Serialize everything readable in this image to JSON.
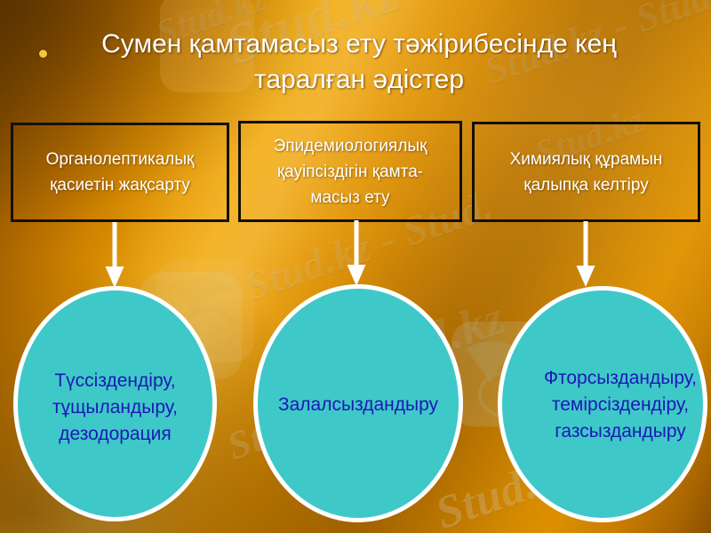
{
  "slide": {
    "title": "Сумен қамтамасыз ету тәжірибесінде кең таралған әдістер",
    "bullet_glyph": "•",
    "colors": {
      "background_gold": "#d08400",
      "background_dark_gold": "#8a5000",
      "title_text": "#ffffff",
      "box_border": "#14100a",
      "box_text": "#ffffff",
      "ellipse_fill": "#3fc8c8",
      "ellipse_outline": "#ffffff",
      "ellipse_text": "#1a1ab4",
      "arrow_color": "#ffffff",
      "bullet_color": "#f6c33a"
    }
  },
  "boxes": [
    {
      "id": "box-1",
      "lines": [
        "Органолептикалық",
        "қасиетін жақсарту"
      ],
      "text": "Органолептикалық қасиетін жақсарту"
    },
    {
      "id": "box-2",
      "lines": [
        "Эпидемиологиялық",
        "қауіпсіздігін қамта-",
        "масыз ету"
      ],
      "text": "Эпидемиологиялық қауіпсіздігін қамта-масыз ету"
    },
    {
      "id": "box-3",
      "lines": [
        "Химиялық құрамын",
        "қалыпқа келтіру"
      ],
      "text": "Химиялық құрамын қалыпқа келтіру"
    }
  ],
  "ellipses": [
    {
      "id": "ellipse-1",
      "lines": [
        "Түссіздендіру,",
        "тұщыландыру,",
        "дезодорация"
      ],
      "text": "Түссіздендіру, тұщыландыру, дезодорация"
    },
    {
      "id": "ellipse-2",
      "lines": [
        "Залалсыздандыру"
      ],
      "text": "Залалсыздандыру"
    },
    {
      "id": "ellipse-3",
      "lines": [
        "Фторсыздандыру,",
        "темірсіздендіру,",
        "газсыздандыру"
      ],
      "text": "Фторсыздандыру, темірсіздендіру, газсыздандыру"
    }
  ],
  "arrows": [
    {
      "id": "arrow-1",
      "from": "box-1",
      "to": "ellipse-1"
    },
    {
      "id": "arrow-2",
      "from": "box-2",
      "to": "ellipse-2"
    },
    {
      "id": "arrow-3",
      "from": "box-3",
      "to": "ellipse-3"
    }
  ],
  "watermarks": [
    {
      "id": "wm-1",
      "text": "Stud.kz"
    },
    {
      "id": "wm-2",
      "text": "Stud.kz - Stud.kz"
    },
    {
      "id": "wm-3",
      "text": "Stud.kz"
    },
    {
      "id": "wm-4",
      "text": "Stud.kz"
    },
    {
      "id": "wm-5",
      "text": "Stud.kz - Stud."
    },
    {
      "id": "wm-6",
      "text": "Stud.kz"
    },
    {
      "id": "wm-7",
      "text": "Stud.kz"
    },
    {
      "id": "wm-8",
      "text": "Stud.kz"
    }
  ]
}
